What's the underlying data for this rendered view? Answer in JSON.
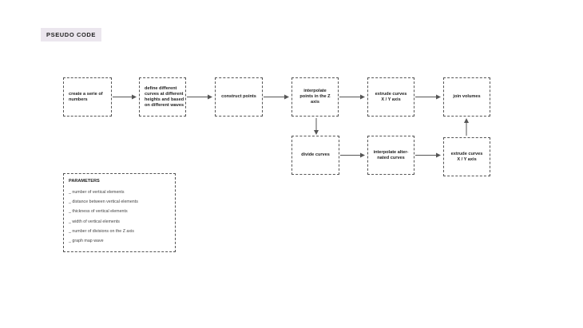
{
  "badge": {
    "label": "PSEUDO  CODE"
  },
  "flow": {
    "nodes": [
      {
        "id": "n1",
        "label": "create a serie of numbers"
      },
      {
        "id": "n2",
        "label": "define different curves at different heights and based on different waves"
      },
      {
        "id": "n3",
        "label": "construct points"
      },
      {
        "id": "n4",
        "label": "interpolate points in the Z axis"
      },
      {
        "id": "n5",
        "label": "extrude curves X / Y axis"
      },
      {
        "id": "n6",
        "label": "join volumes"
      },
      {
        "id": "n7",
        "label": "divide curves"
      },
      {
        "id": "n8",
        "label": "interpolate alter-nated curves"
      },
      {
        "id": "n9",
        "label": "extrude curves X / Y axis"
      }
    ],
    "edges": [
      {
        "from": "n1",
        "to": "n2"
      },
      {
        "from": "n2",
        "to": "n3"
      },
      {
        "from": "n3",
        "to": "n4"
      },
      {
        "from": "n4",
        "to": "n5"
      },
      {
        "from": "n5",
        "to": "n6"
      },
      {
        "from": "n4",
        "to": "n7"
      },
      {
        "from": "n7",
        "to": "n8"
      },
      {
        "from": "n8",
        "to": "n9"
      },
      {
        "from": "n9",
        "to": "n6"
      }
    ]
  },
  "parameters": {
    "title": "PARAMETERS",
    "items": [
      "_ number of vertical elements",
      "_ distance between vertical elements",
      "_ thickness of  vertical elements",
      "_ width of vertical elements",
      "_ number of  divisions on the Z axis",
      "_ graph map wave"
    ]
  },
  "colors": {
    "badge_background": "#ebe6ee",
    "line": "#555555"
  }
}
